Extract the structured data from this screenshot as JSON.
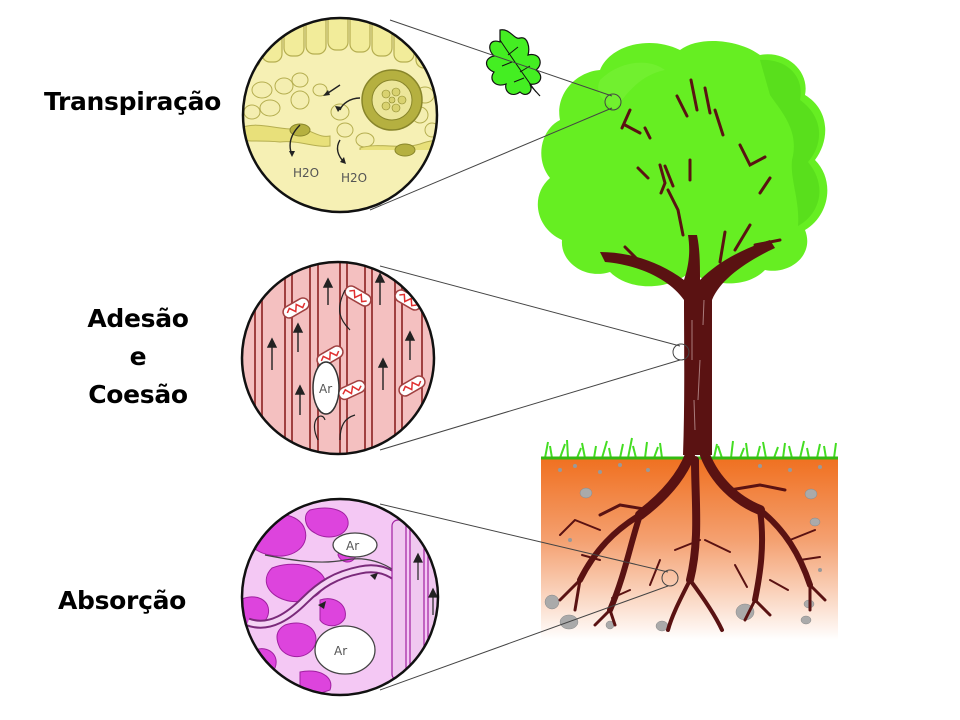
{
  "labels": {
    "transpiration": "Transpiração",
    "adhesion": "Adesão",
    "conjunction": "e",
    "cohesion": "Coesão",
    "absorption": "Absorção"
  },
  "leaf_cell": {
    "h2o_left": "H2O",
    "h2o_right": "H2O"
  },
  "xylem_cell": {
    "air": "Ar"
  },
  "root_cell": {
    "air_top": "Ar",
    "air_bottom": "Ar"
  },
  "colors": {
    "canopy": "#66ee22",
    "canopy_shade": "#44cc11",
    "trunk": "#5a1212",
    "soil_top": "#f07830",
    "soil_bottom": "#ffffff",
    "grass": "#44dd22",
    "leaf_tissue": "#f6f0b4",
    "xylem_tissue": "#f4c0c0",
    "root_tissue": "#dd44dd"
  }
}
